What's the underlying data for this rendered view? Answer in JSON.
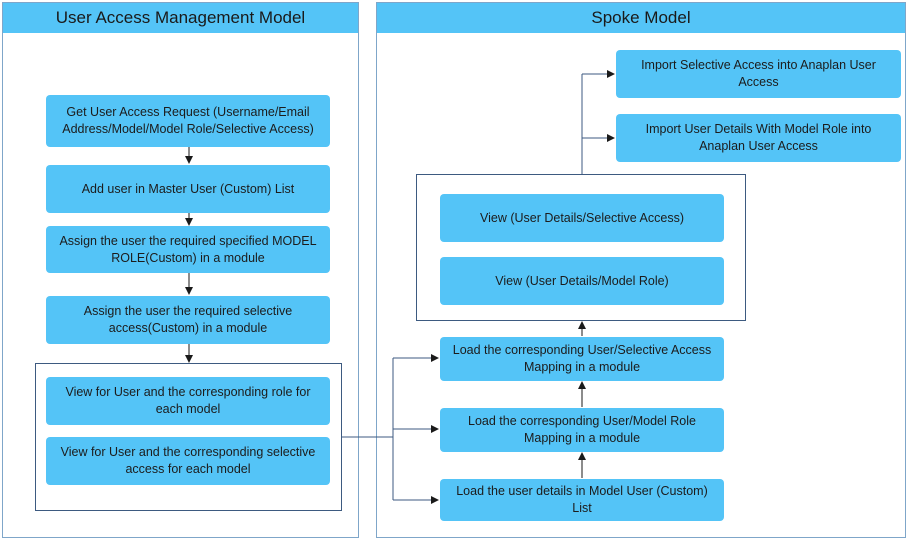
{
  "left_panel": {
    "title": "User Access Management Model",
    "steps": [
      "Get User Access Request (Username/Email Address/Model/Model Role/Selective Access)",
      "Add user in Master User (Custom) List",
      "Assign the user the required specified MODEL ROLE(Custom) in a module",
      "Assign the user the required selective access(Custom) in a module"
    ],
    "views": [
      "View for User and the corresponding role for each model",
      "View for User and the corresponding selective access for each model"
    ]
  },
  "right_panel": {
    "title": "Spoke Model",
    "imports": [
      "Import Selective Access into Anaplan User Access",
      "Import User Details With Model Role into Anaplan User Access"
    ],
    "views": [
      "View (User Details/Selective Access)",
      "View (User Details/Model Role)"
    ],
    "loads": [
      "Load the corresponding User/Selective Access Mapping in a module",
      "Load the corresponding User/Model Role Mapping in a module",
      "Load the user details in Model User (Custom) List"
    ]
  }
}
